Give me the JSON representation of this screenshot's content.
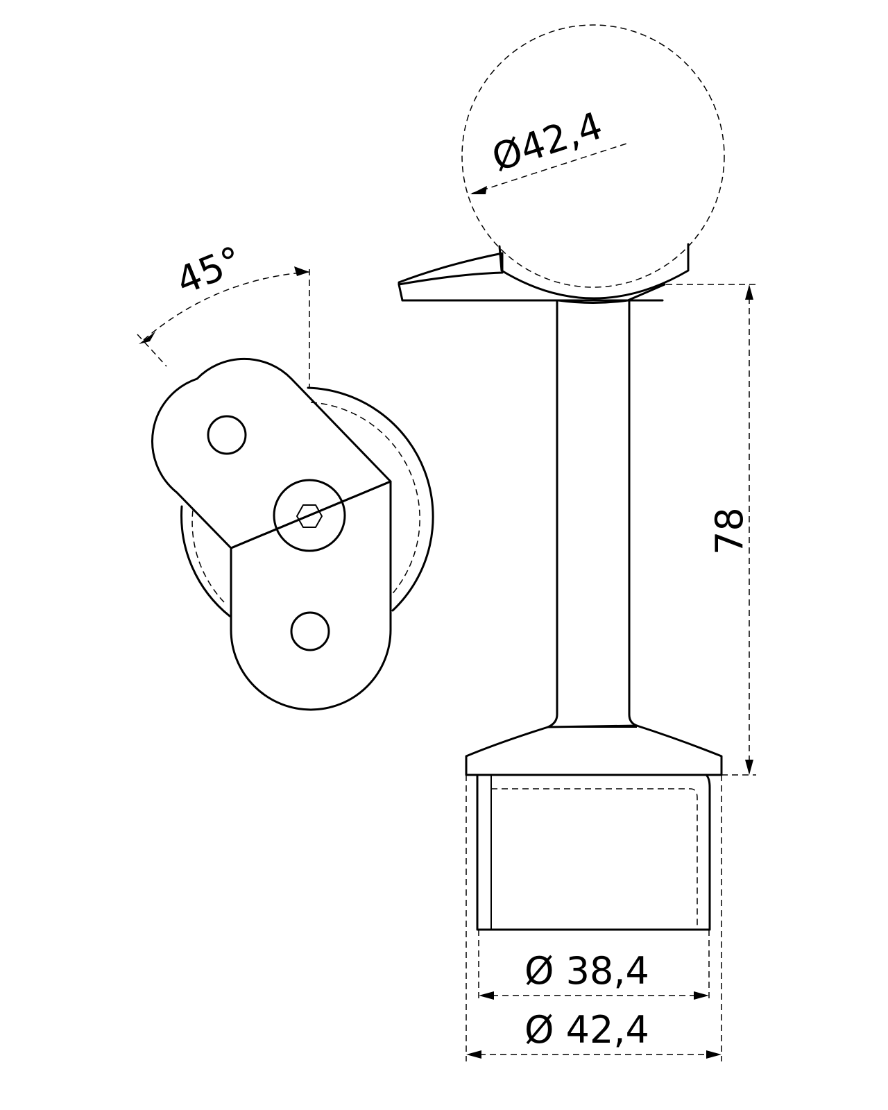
{
  "dimensions": {
    "angle": "45°",
    "ball_diameter": "Ø42,4",
    "height": "78",
    "inner_diameter": "Ø 38,4",
    "outer_diameter": "Ø 42,4"
  },
  "colors": {
    "line": "#000000",
    "background": "#ffffff"
  }
}
